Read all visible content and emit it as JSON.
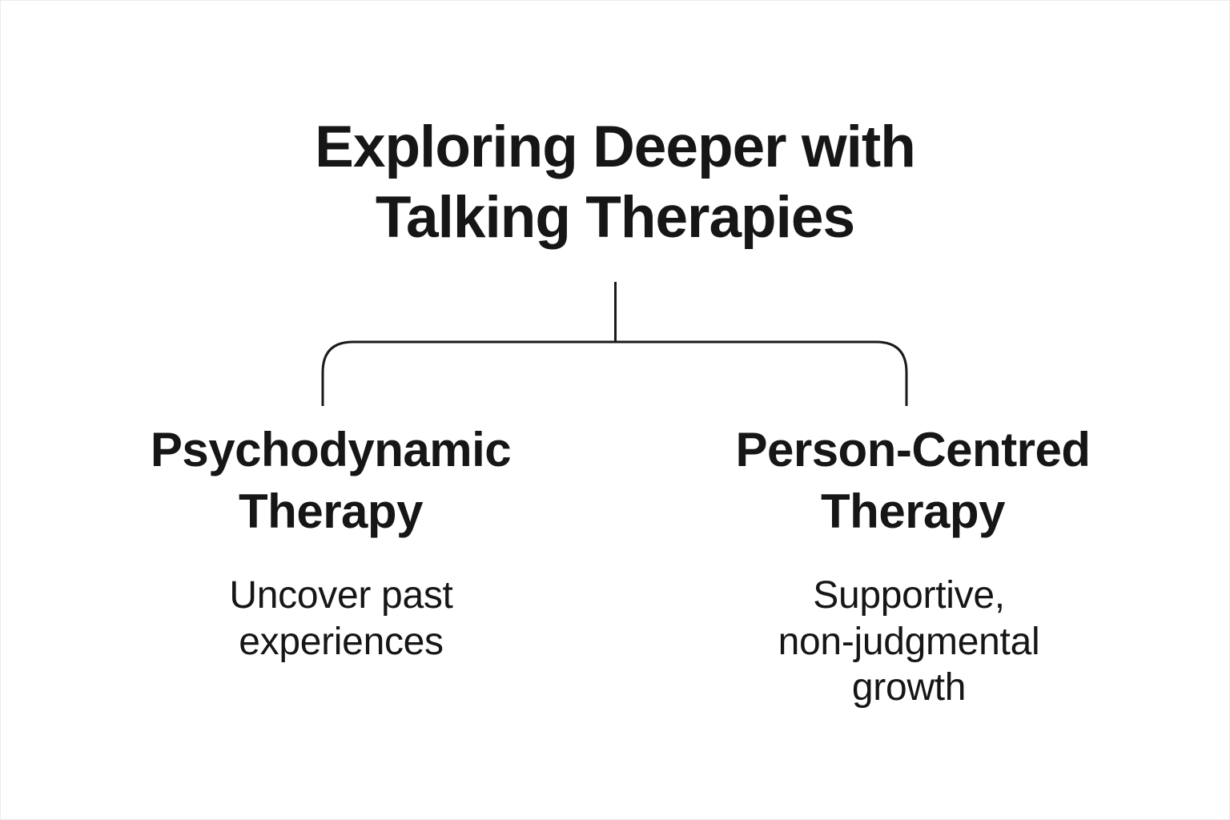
{
  "page": {
    "background": "#ffffff",
    "edge_border_color": "#ebebeb",
    "text_color": "#161616"
  },
  "diagram": {
    "type": "tree",
    "title": {
      "text": "Exploring Deeper with Talking Therapies",
      "lines": [
        "Exploring Deeper with",
        "Talking Therapies"
      ]
    },
    "connector": {
      "color": "#1a1a1a",
      "shape": "vertical stem from title into rounded two-way bracket"
    },
    "branches": [
      {
        "heading": "Psychodynamic Therapy",
        "heading_lines": [
          "Psychodynamic",
          "Therapy"
        ],
        "description": "Uncover past experiences",
        "description_lines": [
          "Uncover past",
          "experiences"
        ]
      },
      {
        "heading": "Person-Centred Therapy",
        "heading_lines": [
          "Person-Centred",
          "Therapy"
        ],
        "description": "Supportive, non-judgmental growth",
        "description_lines": [
          "Supportive,",
          "non-judgmental",
          "growth"
        ]
      }
    ]
  }
}
